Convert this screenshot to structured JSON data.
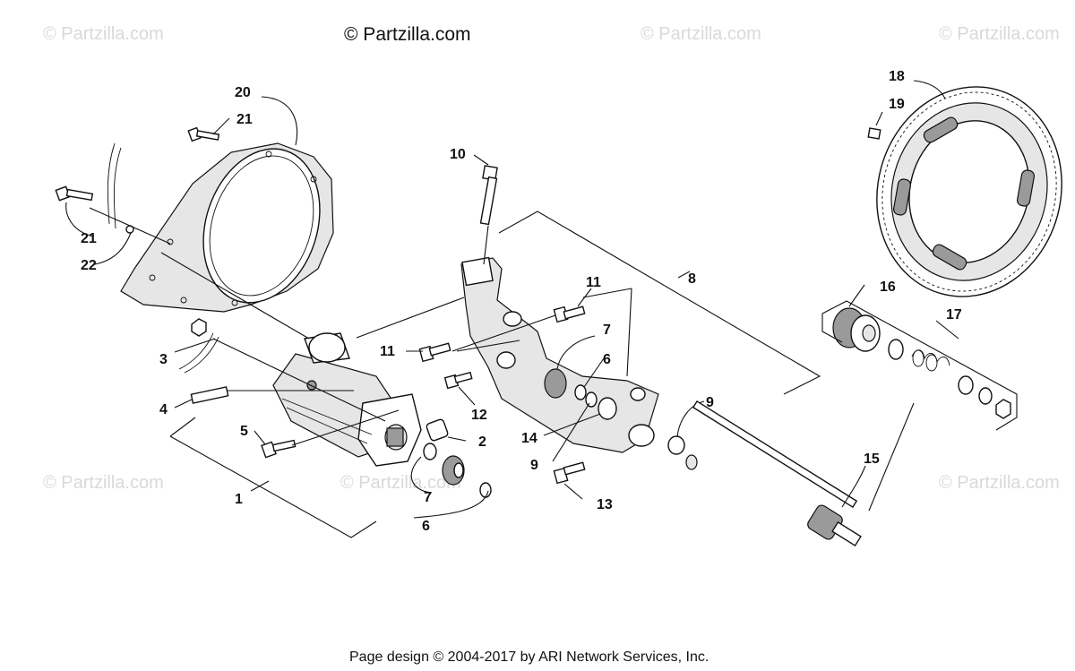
{
  "copyright_header": "© Partzilla.com",
  "watermarks": [
    "© Partzilla.com",
    "© Partzilla.com",
    "© Partzilla.com",
    "© Partzilla.com",
    "© Partzilla.com",
    "© Partzilla.com"
  ],
  "footer": "Page design © 2004-2017 by ARI Network Services, Inc.",
  "callouts": {
    "c1": "1",
    "c2": "2",
    "c3": "3",
    "c4": "4",
    "c5": "5",
    "c6a": "6",
    "c6b": "6",
    "c7a": "7",
    "c7b": "7",
    "c8": "8",
    "c9a": "9",
    "c9b": "9",
    "c10": "10",
    "c11a": "11",
    "c11b": "11",
    "c12": "12",
    "c13": "13",
    "c14": "14",
    "c15": "15",
    "c16": "16",
    "c17": "17",
    "c18": "18",
    "c19": "19",
    "c20": "20",
    "c21a": "21",
    "c21b": "21",
    "c22": "22"
  },
  "colors": {
    "line": "#111111",
    "watermark": "#d9d9d9",
    "part_fill": "#e6e6e6"
  }
}
